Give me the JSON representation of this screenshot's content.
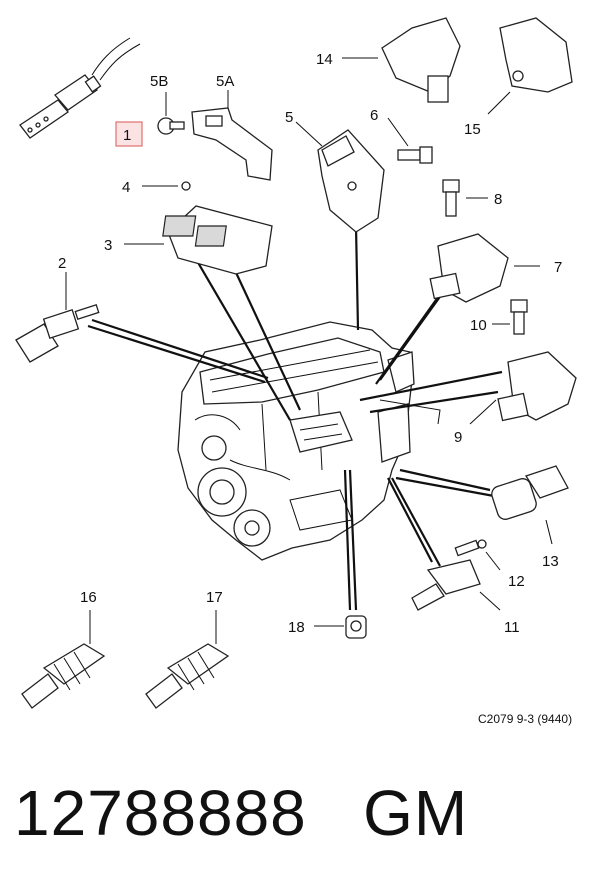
{
  "callouts": [
    {
      "id": "c1",
      "label": "1",
      "highlighted": true
    },
    {
      "id": "c2",
      "label": "2"
    },
    {
      "id": "c3",
      "label": "3"
    },
    {
      "id": "c4",
      "label": "4"
    },
    {
      "id": "c5",
      "label": "5"
    },
    {
      "id": "c5a",
      "label": "5A"
    },
    {
      "id": "c5b",
      "label": "5B"
    },
    {
      "id": "c6",
      "label": "6"
    },
    {
      "id": "c7",
      "label": "7"
    },
    {
      "id": "c8",
      "label": "8"
    },
    {
      "id": "c9",
      "label": "9"
    },
    {
      "id": "c10",
      "label": "10"
    },
    {
      "id": "c11",
      "label": "11"
    },
    {
      "id": "c12",
      "label": "12"
    },
    {
      "id": "c13",
      "label": "13"
    },
    {
      "id": "c14",
      "label": "14"
    },
    {
      "id": "c15",
      "label": "15"
    },
    {
      "id": "c16",
      "label": "16"
    },
    {
      "id": "c17",
      "label": "17"
    },
    {
      "id": "c18",
      "label": "18"
    }
  ],
  "reference_code": "C2079 9-3 (9440)",
  "part_number": "12788888",
  "brand": "GM",
  "colors": {
    "highlight_border": "#e07070",
    "highlight_fill": "#fbe3e3"
  }
}
